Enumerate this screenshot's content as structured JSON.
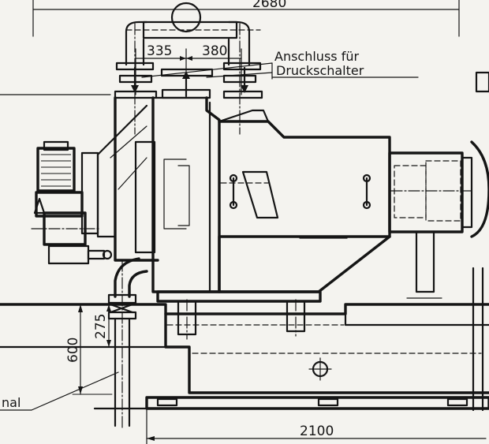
{
  "dimensions": {
    "overall_length": "2680",
    "flange_left_spacing": "335",
    "flange_right_spacing": "380",
    "base_length": "2100",
    "height_275": "275",
    "height_600": "600"
  },
  "labels": {
    "connection_line1": "Anschluss für",
    "connection_line2": "Druckschalter",
    "partial_left_label": "nal"
  }
}
